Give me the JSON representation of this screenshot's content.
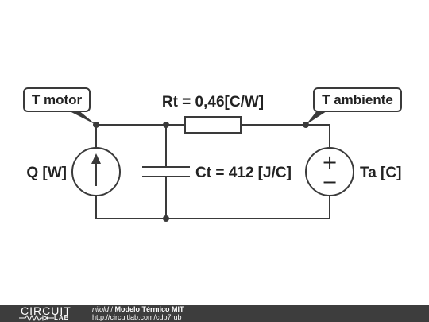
{
  "diagram": {
    "tag_left": "T motor",
    "tag_right": "T ambiente",
    "resistor_label": "Rt = 0,46[C/W]",
    "capacitor_label": "Ct = 412 [J/C]",
    "current_source_label": "Q [W]",
    "voltage_source_label": "Ta [C]",
    "plus_symbol": "+",
    "minus_symbol": "−"
  },
  "footer": {
    "brand_top": "CIRCUIT",
    "brand_bottom": "LAB",
    "user": "nilold",
    "separator": " / ",
    "title": "Modelo Térmico MIT",
    "url": "http://circuitlab.com/cdp7rub"
  }
}
